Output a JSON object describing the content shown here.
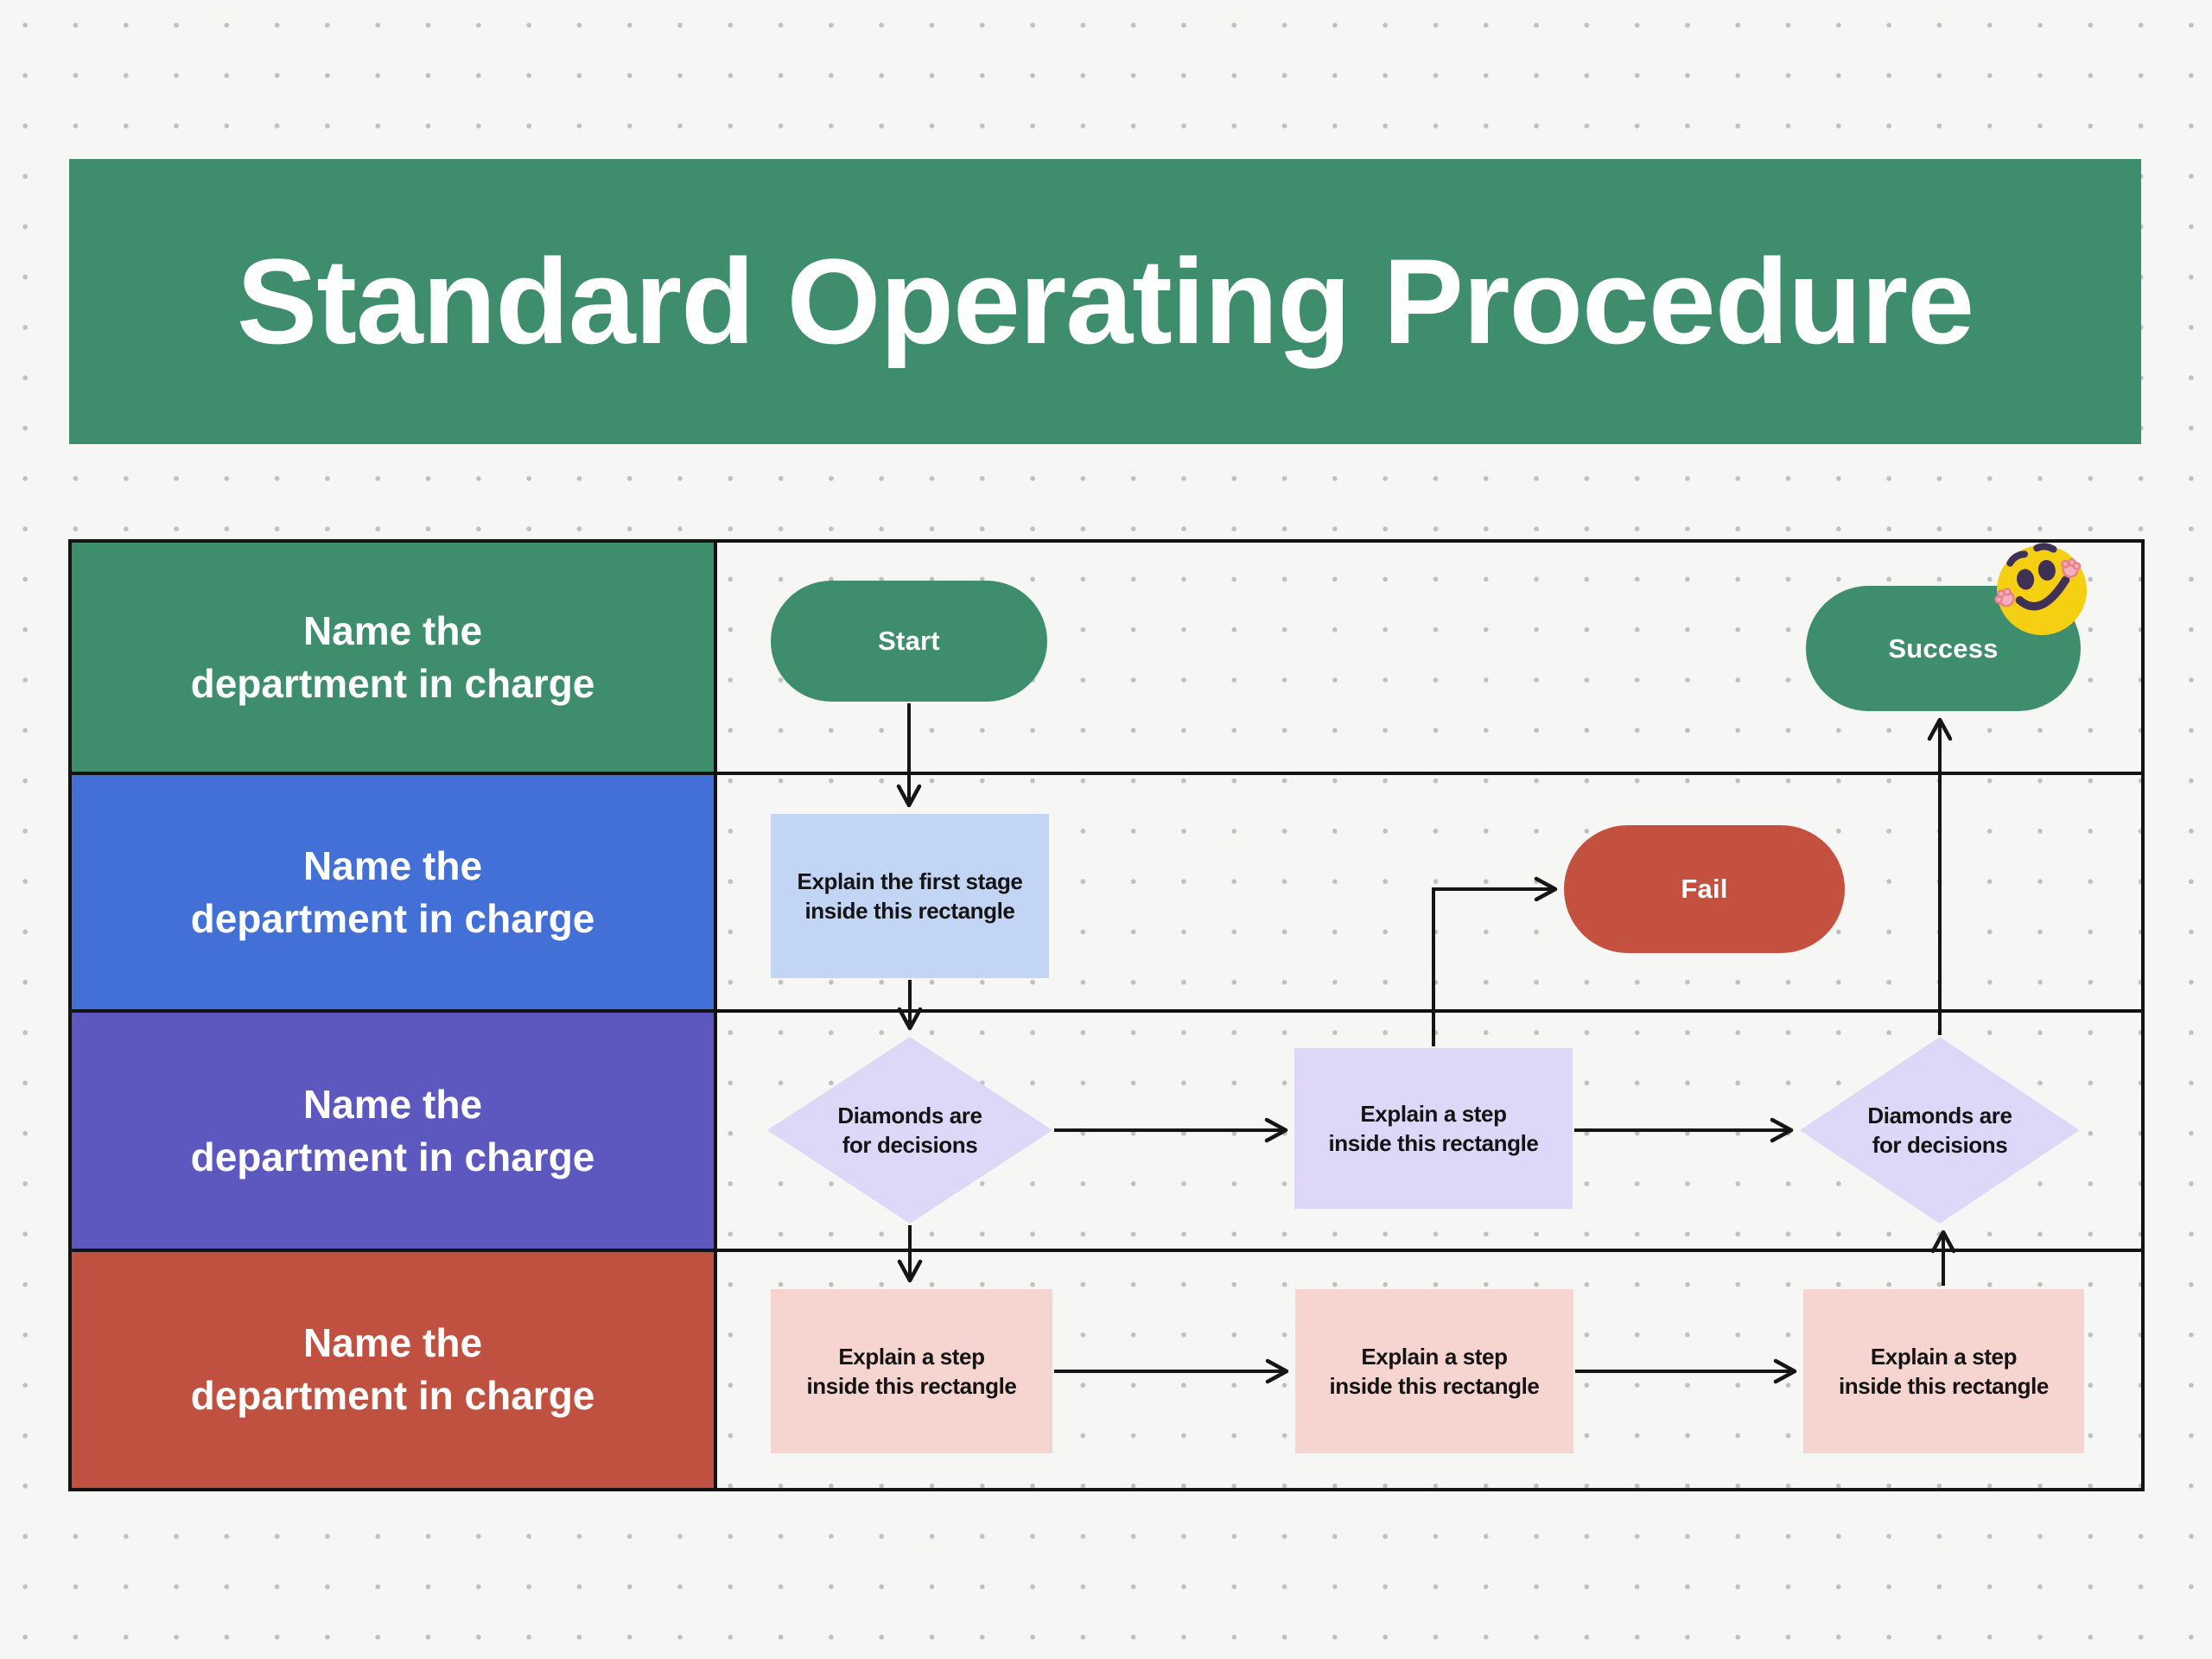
{
  "banner": {
    "title": "Standard Operating Procedure"
  },
  "lanes": [
    {
      "label": "Name the\ndepartment in charge",
      "color": "#3E8E6D"
    },
    {
      "label": "Name the\ndepartment in charge",
      "color": "#4270D6"
    },
    {
      "label": "Name the\ndepartment in charge",
      "color": "#5C58BF"
    },
    {
      "label": "Name the\ndepartment in charge",
      "color": "#C0503F"
    }
  ],
  "flow": {
    "start_label": "Start",
    "success_label": "Success",
    "fail_label": "Fail",
    "first_stage_label": "Explain the first stage\ninside this rectangle",
    "decision_left_label": "Diamonds are\nfor decisions",
    "decision_right_label": "Diamonds are\nfor decisions",
    "step_mid_label": "Explain a step\ninside this rectangle",
    "step_bottom_1_label": "Explain a step\ninside this rectangle",
    "step_bottom_2_label": "Explain a step\ninside this rectangle",
    "step_bottom_3_label": "Explain a step\ninside this rectangle"
  },
  "colors": {
    "banner_green": "#3E8E6D",
    "pill_green": "#3E8E6D",
    "pill_red": "#C4513F",
    "rect_light_blue": "#C2D5F4",
    "rect_lavender": "#DED7F7",
    "rect_pink": "#F6D4CF",
    "connector": "#151515",
    "smiley_yellow": "#F5CF11",
    "smiley_features": "#3F3156",
    "smiley_hands_fill": "#F3B0BA",
    "smiley_hands_outline": "#E8808F"
  },
  "icons": {
    "smiley": "smiley-face-sticker"
  }
}
